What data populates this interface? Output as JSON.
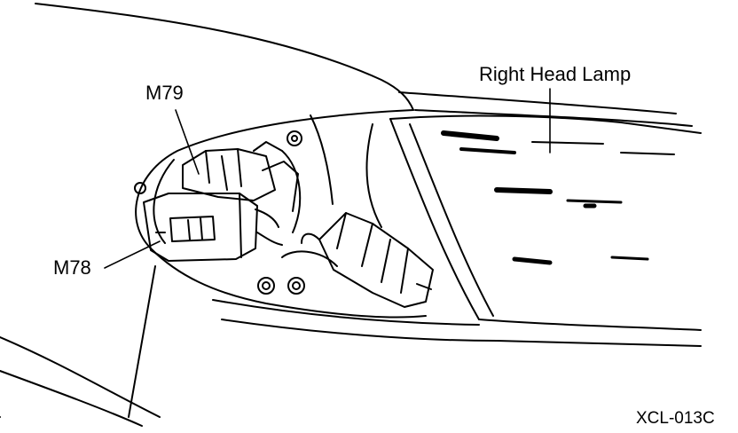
{
  "labels": {
    "m79": "M79",
    "m78": "M78",
    "headlamp": "Right Head Lamp",
    "figure_id": "XCL-013C"
  },
  "colors": {
    "ink": "#000000",
    "paper": "#ffffff"
  }
}
